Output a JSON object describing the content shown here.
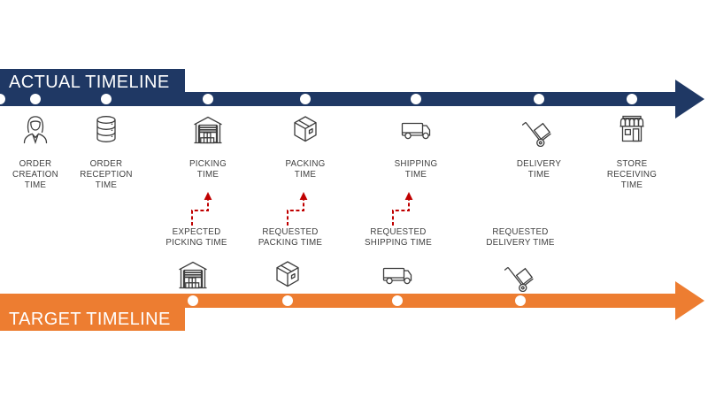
{
  "colors": {
    "navy_blue": "#1F3864",
    "orange": "#ED7D31",
    "red_accent": "#C00000",
    "label_text": "#3F3F3F",
    "icon_stroke": "#3D3D3D",
    "dot_fill": "#FFFFFF"
  },
  "actual_timeline": {
    "title": "ACTUAL TIMELINE",
    "milestones": [
      {
        "name": "order-creation",
        "icon": "person-icon",
        "label": "ORDER\nCREATION\nTIME"
      },
      {
        "name": "order-reception",
        "icon": "database-icon",
        "label": "ORDER\nRECEPTION\nTIME"
      },
      {
        "name": "picking",
        "icon": "warehouse-icon",
        "label": "PICKING\nTIME"
      },
      {
        "name": "packing",
        "icon": "box-icon",
        "label": "PACKING\nTIME"
      },
      {
        "name": "shipping",
        "icon": "truck-icon",
        "label": "SHIPPING\nTIME"
      },
      {
        "name": "delivery",
        "icon": "handtruck-icon",
        "label": "DELIVERY\nTIME"
      },
      {
        "name": "store-receiving",
        "icon": "store-icon",
        "label": "STORE\nRECEIVING\nTIME"
      }
    ]
  },
  "target_timeline": {
    "title": "TARGET TIMELINE",
    "milestones": [
      {
        "name": "expected-picking",
        "icon": "warehouse-icon",
        "label": "EXPECTED\nPICKING TIME",
        "shift_arrow": true
      },
      {
        "name": "requested-packing",
        "icon": "box-icon",
        "label": "REQUESTED\nPACKING TIME",
        "shift_arrow": true
      },
      {
        "name": "requested-shipping",
        "icon": "truck-icon",
        "label": "REQUESTED\nSHIPPING TIME",
        "shift_arrow": true
      },
      {
        "name": "requested-delivery",
        "icon": "handtruck-icon",
        "label": "REQUESTED\nDELIVERY TIME",
        "shift_arrow": false
      }
    ]
  }
}
